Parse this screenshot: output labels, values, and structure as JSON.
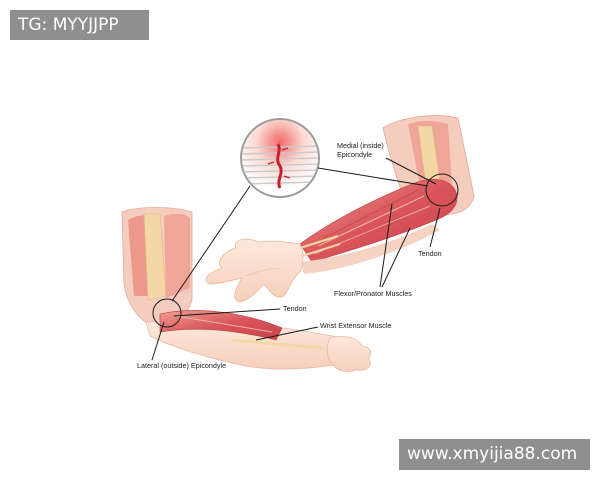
{
  "watermarks": {
    "top": "TG: MYYJJPP",
    "bottom": "www.xmyijia88.com"
  },
  "labels": {
    "medial_line1": "Medial (inside)",
    "medial_line2": "Epicondyle",
    "tendon_right": "Tendon",
    "flexor": "Flexor/Pronator Muscles",
    "tendon_left": "Tendon",
    "wrist_extensor": "Wrist Extensor Muscle",
    "lateral": "Lateral (outside) Epicondyle"
  },
  "colors": {
    "muscle": "#d9555a",
    "muscle_light": "#f2a89a",
    "skin": "#fbe2d3",
    "bone": "#f3d7a6",
    "inflammation": "#c8202a",
    "leader_line": "#1a1a1a",
    "watermark_bg": "#8f8f8f"
  }
}
